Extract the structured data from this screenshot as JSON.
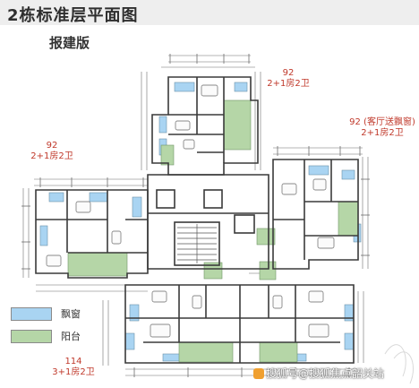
{
  "header": {
    "title": "2栋标准层平面图",
    "subtitle": "报建版"
  },
  "units": [
    {
      "area": "92",
      "layout": "2+1房2卫"
    },
    {
      "area": "92  (客厅送飘窗)",
      "layout": "2+1房2卫"
    },
    {
      "area": "92",
      "layout": "2+1房2卫"
    },
    {
      "area": "114",
      "layout": "3+1房2卫"
    }
  ],
  "legend": [
    {
      "label": "飘窗",
      "color": "#a9d4f2"
    },
    {
      "label": "阳台",
      "color": "#b5d6a7"
    }
  ],
  "watermark": {
    "text": "搜狐号@搜狐焦点韶关站"
  },
  "colors": {
    "wall": "#3a3a3a",
    "dimension_line": "#6d6d6d",
    "unit_label": "#c0392b",
    "bay_window": "#a9d4f2",
    "balcony": "#b5d6a7",
    "header_band": "#eeeeee"
  }
}
